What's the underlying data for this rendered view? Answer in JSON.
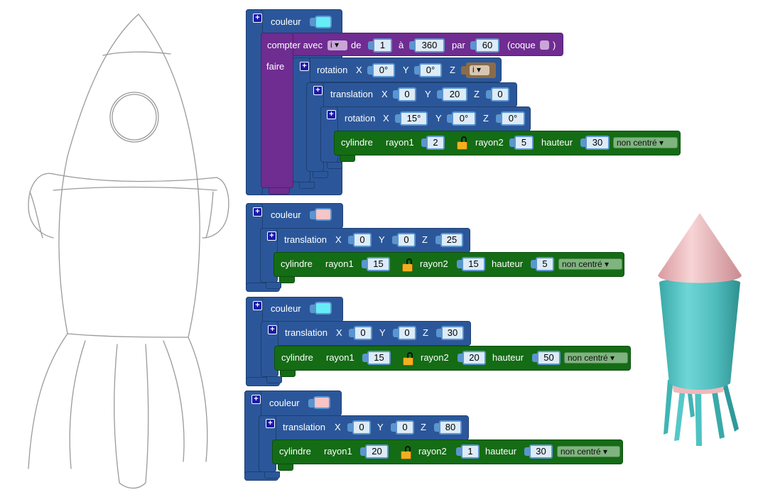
{
  "labels": {
    "couleur": "couleur",
    "compter_avec": "compter avec",
    "de": "de",
    "a": "à",
    "par": "par",
    "coque": "(coque",
    "close_paren": ")",
    "faire": "faire",
    "rotation": "rotation",
    "translation": "translation",
    "cylindre": "cylindre",
    "rayon1": "rayon1",
    "rayon2": "rayon2",
    "hauteur": "hauteur",
    "x": "X",
    "y": "Y",
    "z": "Z",
    "non_centre": "non centré"
  },
  "colors": {
    "cyan": "#66ecf6",
    "pink": "#f7c4c8",
    "blue_block": "#2b579a",
    "purple_block": "#6f2c91",
    "green_block": "#146c15"
  },
  "group1": {
    "loop": {
      "var": "i",
      "from": "1",
      "to": "360",
      "step": "60"
    },
    "rotation": {
      "x": "0°",
      "y": "0°",
      "z_var": "i"
    },
    "translation": {
      "x": "0",
      "y": "20",
      "z": "0"
    },
    "rotation2": {
      "x": "15°",
      "y": "0°",
      "z": "0°"
    },
    "cylinder": {
      "r1": "2",
      "r2": "5",
      "h": "30"
    }
  },
  "group2": {
    "translation": {
      "x": "0",
      "y": "0",
      "z": "25"
    },
    "cylinder": {
      "r1": "15",
      "r2": "15",
      "h": "5"
    }
  },
  "group3": {
    "translation": {
      "x": "0",
      "y": "0",
      "z": "30"
    },
    "cylinder": {
      "r1": "15",
      "r2": "20",
      "h": "50"
    }
  },
  "group4": {
    "translation": {
      "x": "0",
      "y": "0",
      "z": "80"
    },
    "cylinder": {
      "r1": "20",
      "r2": "1",
      "h": "30"
    }
  }
}
